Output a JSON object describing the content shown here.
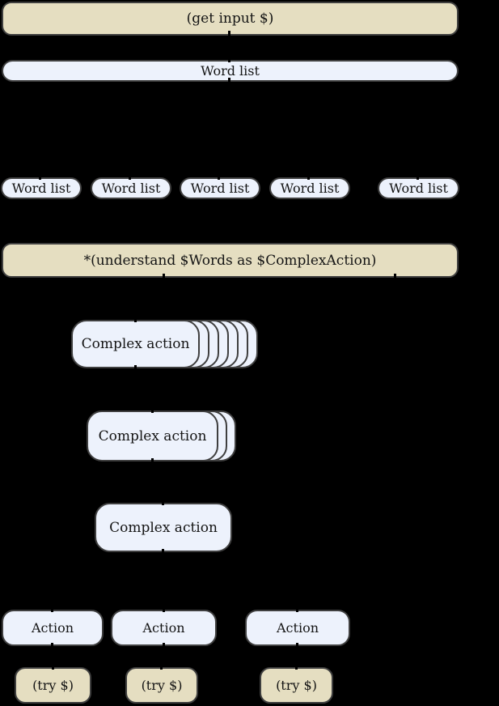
{
  "diagram": {
    "background_color": "#000000",
    "node_colors": {
      "command_fill": "#e5dec1",
      "data_fill": "#edf2fc",
      "border": "#3f3f3f",
      "text": "#141414"
    },
    "nodes": {
      "get_input": "(get input $)",
      "word_list_main": "Word list",
      "word_list_row": [
        "Word list",
        "Word list",
        "Word list",
        "Word list",
        "Word list"
      ],
      "understand": "*(understand $Words as $ComplexAction)",
      "complex_stack_large": "Complex action",
      "complex_stack_large_count": 7,
      "complex_stack_small": "Complex action",
      "complex_stack_small_count": 3,
      "complex_single": "Complex action",
      "action_row": [
        "Action",
        "Action",
        "Action"
      ],
      "try_row": [
        "(try $)",
        "(try $)",
        "(try $)"
      ]
    }
  }
}
